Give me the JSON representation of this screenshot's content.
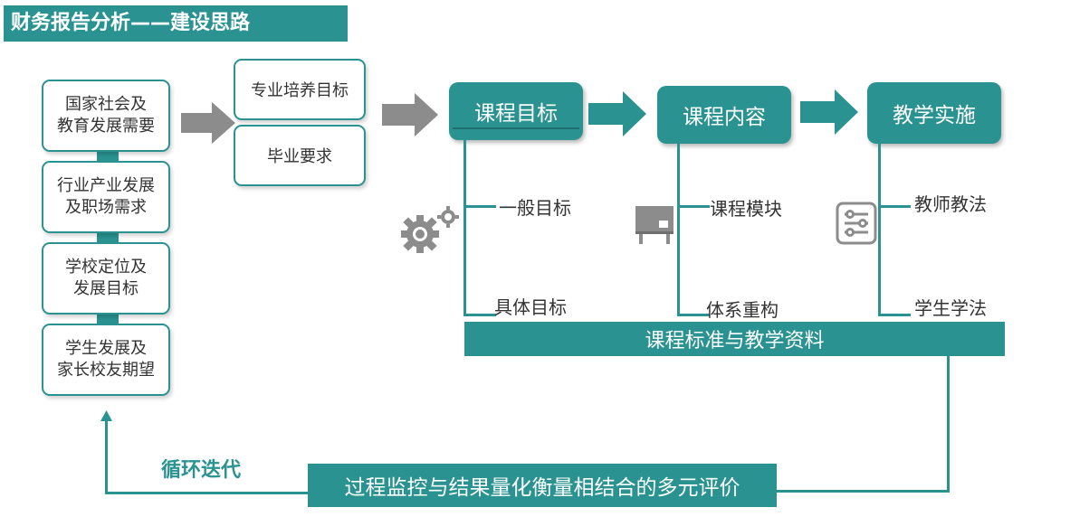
{
  "title": "财务报告分析——建设思路",
  "inputs": [
    "国家社会及\n教育发展需要",
    "行业产业发展\n及职场需求",
    "学校定位及\n发展目标",
    "学生发展及\n家长校友期望"
  ],
  "middle": [
    "专业培养目标",
    "毕业要求"
  ],
  "stages": [
    {
      "title": "课程目标",
      "items": [
        "一般目标",
        "具体目标"
      ]
    },
    {
      "title": "课程内容",
      "items": [
        "课程模块",
        "体系重构"
      ]
    },
    {
      "title": "教学实施",
      "items": [
        "教师教法",
        "学生学法"
      ]
    }
  ],
  "standards_band": "课程标准与教学资料",
  "evaluation_band": "过程监控与结果量化衡量相结合的多元评价",
  "loop_label": "循环迭代",
  "colors": {
    "teal": "#2a9391",
    "arrow_gray": "#8c8c8c"
  },
  "icons": [
    "gears-icon",
    "presentation-board-icon",
    "settings-sliders-icon"
  ]
}
